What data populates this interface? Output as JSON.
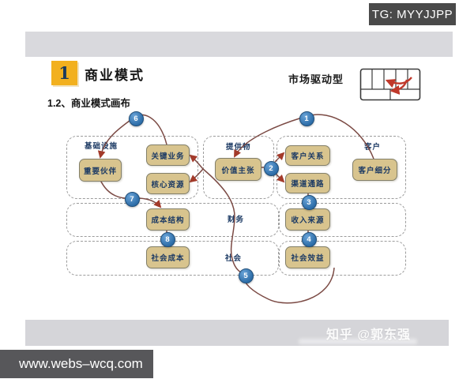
{
  "badges": {
    "tg": "TG: MYYJJPP",
    "website": "www.webs–wcq.com"
  },
  "watermark": {
    "text": "知乎 @郭东强"
  },
  "slide": {
    "chapter_number": "1",
    "chapter_title": "商业模式",
    "subtitle": "1.2、商业模式画布",
    "model_type_label": "市场驱动型"
  },
  "canvas": {
    "sections": [
      {
        "id": "infrastructure",
        "label": "基础设施"
      },
      {
        "id": "offering",
        "label": "提供物"
      },
      {
        "id": "customer",
        "label": "客户"
      },
      {
        "id": "finance",
        "label": "财务"
      },
      {
        "id": "society",
        "label": "社会"
      }
    ],
    "blocks": [
      {
        "id": "key-partners",
        "label": "重要伙伴"
      },
      {
        "id": "key-activities",
        "label": "关键业务"
      },
      {
        "id": "core-resources",
        "label": "核心资源"
      },
      {
        "id": "value-proposition",
        "label": "价值主张"
      },
      {
        "id": "customer-relations",
        "label": "客户关系"
      },
      {
        "id": "channels",
        "label": "渠道通路"
      },
      {
        "id": "customer-segments",
        "label": "客户细分"
      },
      {
        "id": "cost-structure",
        "label": "成本结构"
      },
      {
        "id": "revenue-streams",
        "label": "收入来源"
      },
      {
        "id": "social-costs",
        "label": "社会成本"
      },
      {
        "id": "social-benefits",
        "label": "社会效益"
      }
    ],
    "steps": [
      "1",
      "2",
      "3",
      "4",
      "5",
      "6",
      "7",
      "8"
    ],
    "colors": {
      "block_fill": "#d8c48e",
      "block_border": "#83806a",
      "label_text": "#1c3a64",
      "step_fill": "#2d6da8",
      "arrow_line": "#7b4a44",
      "arrow_head": "#a33a2a",
      "chapter_box": "#f2b01e"
    }
  }
}
